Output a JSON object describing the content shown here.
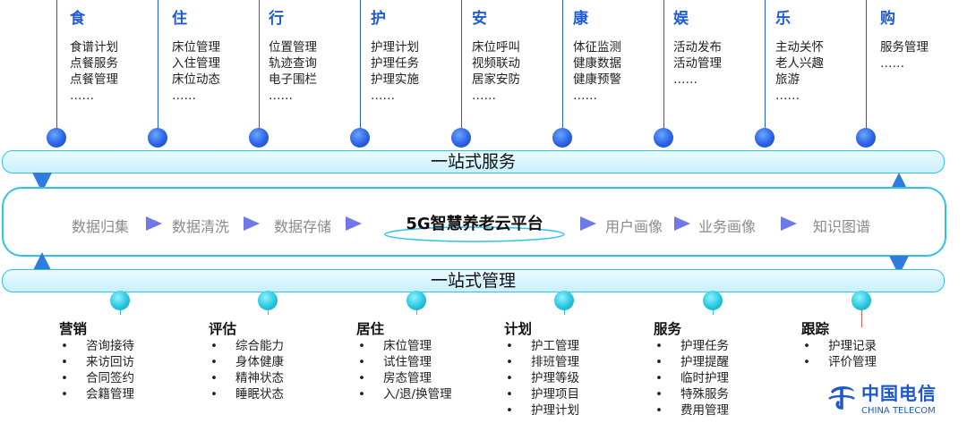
{
  "top_columns": [
    {
      "head": "食",
      "items": [
        "食谱计划",
        "点餐服务",
        "点餐管理",
        "……"
      ]
    },
    {
      "head": "住",
      "items": [
        "床位管理",
        "入住管理",
        "床位动态",
        "……"
      ]
    },
    {
      "head": "行",
      "items": [
        "位置管理",
        "轨迹查询",
        "电子围栏",
        "……"
      ]
    },
    {
      "head": "护",
      "items": [
        "护理计划",
        "护理任务",
        "护理实施",
        "……"
      ]
    },
    {
      "head": "安",
      "items": [
        "床位呼叫",
        "视频联动",
        "居家安防",
        "……"
      ]
    },
    {
      "head": "康",
      "items": [
        "体征监测",
        "健康数据",
        "健康预警",
        "……"
      ]
    },
    {
      "head": "娱",
      "items": [
        "活动发布",
        "活动管理",
        "……"
      ]
    },
    {
      "head": "乐",
      "items": [
        "主动关怀",
        "老人兴趣",
        "旅游",
        "……"
      ]
    },
    {
      "head": "购",
      "items": [
        "服务管理",
        "……"
      ]
    }
  ],
  "service_bar": "一站式服务",
  "management_bar": "一站式管理",
  "platform": {
    "title": "5G智慧养老云平台",
    "left_steps": [
      "数据归集",
      "数据清洗",
      "数据存储"
    ],
    "right_steps": [
      "用户画像",
      "业务画像",
      "知识图谱"
    ]
  },
  "bottom_columns": [
    {
      "head": "营销",
      "items": [
        "咨询接待",
        "来访回访",
        "合同签约",
        "会籍管理"
      ]
    },
    {
      "head": "评估",
      "items": [
        "综合能力",
        "身体健康",
        "精神状态",
        "睡眠状态"
      ]
    },
    {
      "head": "居住",
      "items": [
        "床位管理",
        "试住管理",
        "房态管理",
        "入/退/换管理"
      ]
    },
    {
      "head": "计划",
      "items": [
        "护工管理",
        "排班管理",
        "护理等级",
        "护理项目",
        "护理计划"
      ]
    },
    {
      "head": "服务",
      "items": [
        "护理任务",
        "护理提醒",
        "临时护理",
        "特殊服务",
        "费用管理"
      ]
    },
    {
      "head": "跟踪",
      "items": [
        "护理记录",
        "评价管理"
      ]
    }
  ],
  "bullet": "•",
  "logo": {
    "cn": "中国电信",
    "en": "CHINA TELECOM"
  },
  "colors": {
    "accent_blue": "#1e5bd8",
    "bar_border": "#2fc3e8",
    "arrow": "#6f78e8"
  }
}
